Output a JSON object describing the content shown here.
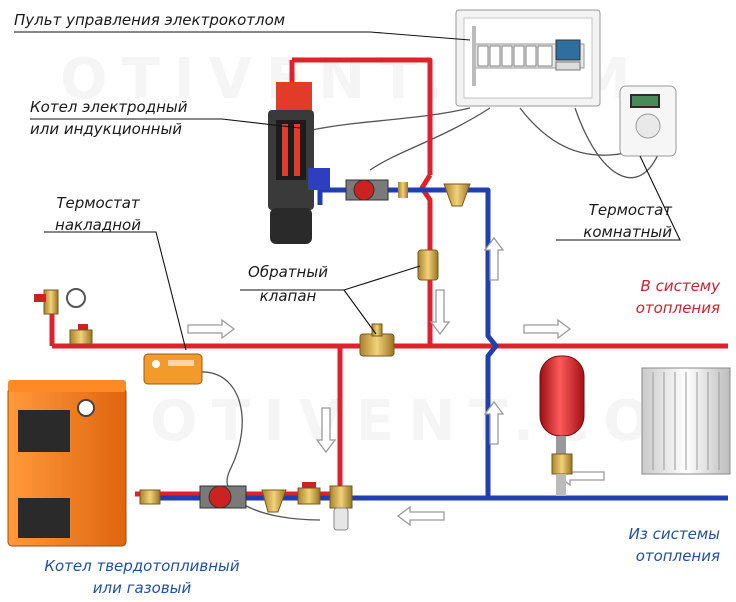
{
  "labels": {
    "control_panel": "Пульт управления электрокотлом",
    "electrode_boiler_line1": "Котел электродный",
    "electrode_boiler_line2": "или индукционный",
    "surface_thermostat_line1": "Термостат",
    "surface_thermostat_line2": "накладной",
    "check_valve_line1": "Обратный",
    "check_valve_line2": "клапан",
    "room_thermostat_line1": "Термостат",
    "room_thermostat_line2": "комнатный",
    "to_heating_line1": "В систему",
    "to_heating_line2": "отопления",
    "from_heating_line1": "Из системы",
    "from_heating_line2": "отопления",
    "solid_boiler_line1": "Котел твердотопливный",
    "solid_boiler_line2": "или газовый"
  },
  "watermark": "OTIVENT.COM",
  "colors": {
    "supply_pipe": "#e0202a",
    "return_pipe": "#1f3fb0",
    "boiler_body": "#f07a1a",
    "label_red": "#d4202b",
    "label_blue": "#1f4fa8"
  }
}
